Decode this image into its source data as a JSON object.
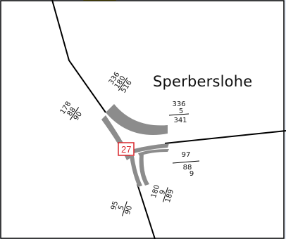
{
  "map": {
    "place_name": "Sperberslohe",
    "junction_number": "27",
    "colors": {
      "background": "#ffffff",
      "outer_background": "#e6ecf6",
      "frame": "#000000",
      "road": "#000000",
      "ramp": "#8c8c8c",
      "junction_badge": "#d9262c",
      "highlight": "#f5e400"
    },
    "traffic_counts": {
      "north_west_road": [
        "336",
        "180",
        "516"
      ],
      "west_road": [
        "178",
        "88",
        "90"
      ],
      "east_upper": [
        "336",
        "5",
        "341"
      ],
      "east_lower": [
        "97",
        "88",
        "9"
      ],
      "south_east": [
        "180",
        "9",
        "189"
      ],
      "south_west": [
        "95",
        "5",
        "90"
      ]
    }
  }
}
